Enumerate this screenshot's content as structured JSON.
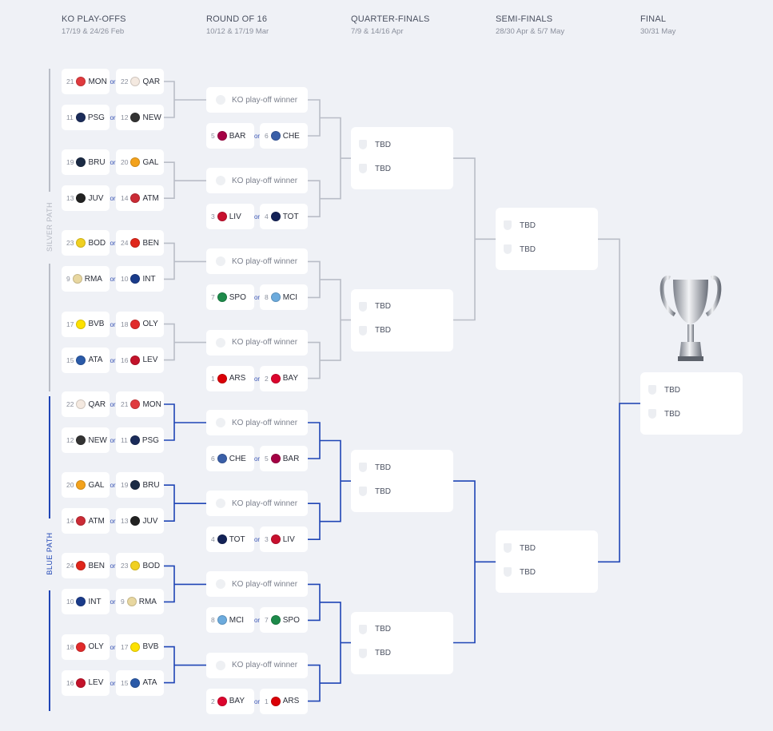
{
  "rounds": [
    {
      "title": "KO PLAY-OFFS",
      "dates": "17/19 & 24/26 Feb"
    },
    {
      "title": "ROUND OF 16",
      "dates": "10/12 & 17/19 Mar"
    },
    {
      "title": "QUARTER-FINALS",
      "dates": "7/9 & 14/16 Apr"
    },
    {
      "title": "SEMI-FINALS",
      "dates": "28/30 Apr & 5/7 May"
    },
    {
      "title": "FINAL",
      "dates": "30/31 May"
    }
  ],
  "or_label": "or",
  "winner_label": "KO play-off winner",
  "tbd_label": "TBD",
  "colors": {
    "silver": "#b9bdc7",
    "blue": "#1f45b5",
    "text_silver": "#b4b8c2"
  },
  "team_colors": {
    "MON": "#e03a3e",
    "QAR": "#f4e9e0",
    "PSG": "#1b2c5a",
    "NEW": "#333333",
    "BAR": "#a50044",
    "CHE": "#3a5fa8",
    "BRU": "#1a2a44",
    "GAL": "#f3a21c",
    "JUV": "#222222",
    "ATM": "#cb2b35",
    "LIV": "#c8102e",
    "TOT": "#132257",
    "BOD": "#f0d020",
    "BEN": "#e0261b",
    "RMA": "#e8d7a0",
    "INT": "#1a3b8a",
    "SPO": "#1d8a4a",
    "MCI": "#6cabdd",
    "BVB": "#fde100",
    "OLY": "#e12a2a",
    "ATA": "#2a5aa8",
    "LEV": "#c3122a",
    "ARS": "#db0007",
    "BAY": "#dc052d"
  },
  "paths": [
    {
      "label": "SILVER PATH",
      "groups": [
        {
          "ko": [
            {
              "s1": "21",
              "t1": "MON",
              "s2": "22",
              "t2": "QAR"
            },
            {
              "s1": "11",
              "t1": "PSG",
              "s2": "12",
              "t2": "NEW"
            }
          ],
          "r16": {
            "s1": "5",
            "t1": "BAR",
            "s2": "6",
            "t2": "CHE"
          }
        },
        {
          "ko": [
            {
              "s1": "19",
              "t1": "BRU",
              "s2": "20",
              "t2": "GAL"
            },
            {
              "s1": "13",
              "t1": "JUV",
              "s2": "14",
              "t2": "ATM"
            }
          ],
          "r16": {
            "s1": "3",
            "t1": "LIV",
            "s2": "4",
            "t2": "TOT"
          }
        },
        {
          "ko": [
            {
              "s1": "23",
              "t1": "BOD",
              "s2": "24",
              "t2": "BEN"
            },
            {
              "s1": "9",
              "t1": "RMA",
              "s2": "10",
              "t2": "INT"
            }
          ],
          "r16": {
            "s1": "7",
            "t1": "SPO",
            "s2": "8",
            "t2": "MCI"
          }
        },
        {
          "ko": [
            {
              "s1": "17",
              "t1": "BVB",
              "s2": "18",
              "t2": "OLY"
            },
            {
              "s1": "15",
              "t1": "ATA",
              "s2": "16",
              "t2": "LEV"
            }
          ],
          "r16": {
            "s1": "1",
            "t1": "ARS",
            "s2": "2",
            "t2": "BAY"
          }
        }
      ]
    },
    {
      "label": "BLUE PATH",
      "groups": [
        {
          "ko": [
            {
              "s1": "22",
              "t1": "QAR",
              "s2": "21",
              "t2": "MON"
            },
            {
              "s1": "12",
              "t1": "NEW",
              "s2": "11",
              "t2": "PSG"
            }
          ],
          "r16": {
            "s1": "6",
            "t1": "CHE",
            "s2": "5",
            "t2": "BAR"
          }
        },
        {
          "ko": [
            {
              "s1": "20",
              "t1": "GAL",
              "s2": "19",
              "t2": "BRU"
            },
            {
              "s1": "14",
              "t1": "ATM",
              "s2": "13",
              "t2": "JUV"
            }
          ],
          "r16": {
            "s1": "4",
            "t1": "TOT",
            "s2": "3",
            "t2": "LIV"
          }
        },
        {
          "ko": [
            {
              "s1": "24",
              "t1": "BEN",
              "s2": "23",
              "t2": "BOD"
            },
            {
              "s1": "10",
              "t1": "INT",
              "s2": "9",
              "t2": "RMA"
            }
          ],
          "r16": {
            "s1": "8",
            "t1": "MCI",
            "s2": "7",
            "t2": "SPO"
          }
        },
        {
          "ko": [
            {
              "s1": "18",
              "t1": "OLY",
              "s2": "17",
              "t2": "BVB"
            },
            {
              "s1": "16",
              "t1": "LEV",
              "s2": "15",
              "t2": "ATA"
            }
          ],
          "r16": {
            "s1": "2",
            "t1": "BAY",
            "s2": "1",
            "t2": "ARS"
          }
        }
      ]
    }
  ]
}
